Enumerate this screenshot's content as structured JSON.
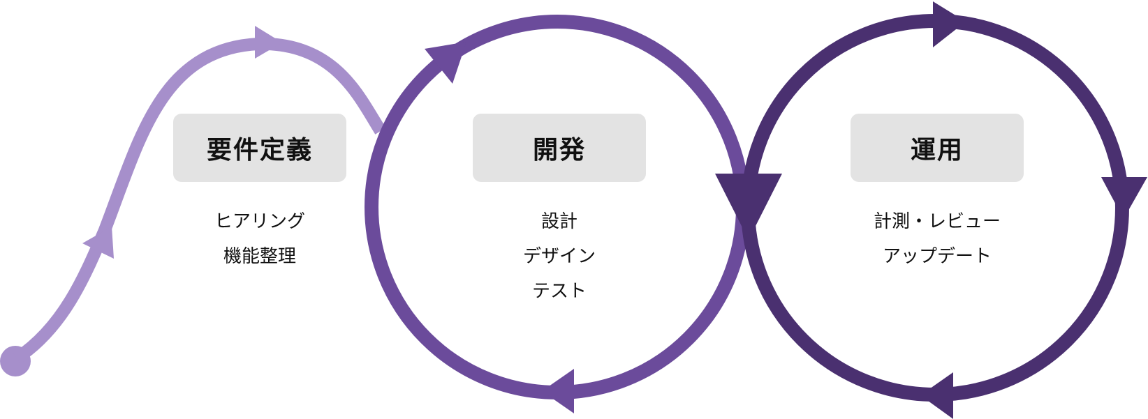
{
  "colors": {
    "light": "#a68fcb",
    "medium": "#6b4b9b",
    "dark": "#4a3070",
    "box": "#e3e3e3"
  },
  "phases": [
    {
      "title": "要件定義",
      "items": [
        "ヒアリング",
        "機能整理"
      ]
    },
    {
      "title": "開発",
      "items": [
        "設計",
        "デザイン",
        "テスト"
      ]
    },
    {
      "title": "運用",
      "items": [
        "計測・レビュー",
        "アップデート"
      ]
    }
  ]
}
